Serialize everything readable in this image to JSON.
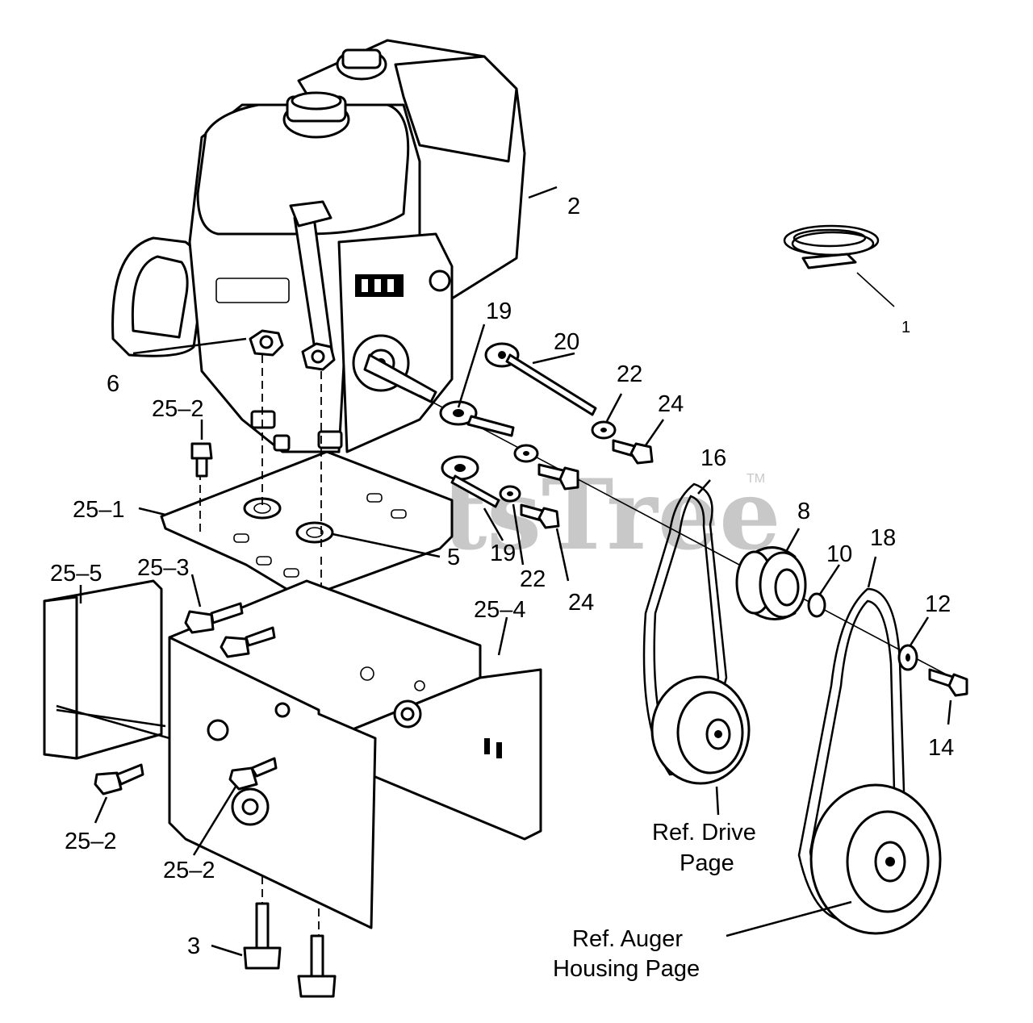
{
  "watermark": {
    "text": "PartsTree",
    "trademark": "TM"
  },
  "callouts": {
    "engine": "2",
    "wire_harness": "1",
    "nut_6": "6",
    "spacer_19_top": "19",
    "rod_20": "20",
    "washer_22_top": "22",
    "bolt_24_top": "24",
    "bolt_25_2_top": "25–2",
    "plate_25_1": "25–1",
    "washer_5": "5",
    "spacer_19_bottom": "19",
    "washer_22_bottom": "22",
    "bolt_24_bottom": "24",
    "idler_16": "16",
    "pulley_8": "8",
    "bearing_10": "10",
    "belt_18": "18",
    "washer_12": "12",
    "bolt_14": "14",
    "shield_25_5": "25–5",
    "bolts_25_3": "25–3",
    "frame_25_4": "25–4",
    "bolt_25_2_left": "25–2",
    "bolt_25_2_middle": "25–2",
    "bolt_3": "3"
  },
  "references": {
    "drive_line1": "Ref. Drive",
    "drive_line2": "Page",
    "auger_line1": "Ref. Auger",
    "auger_line2": "Housing Page"
  }
}
